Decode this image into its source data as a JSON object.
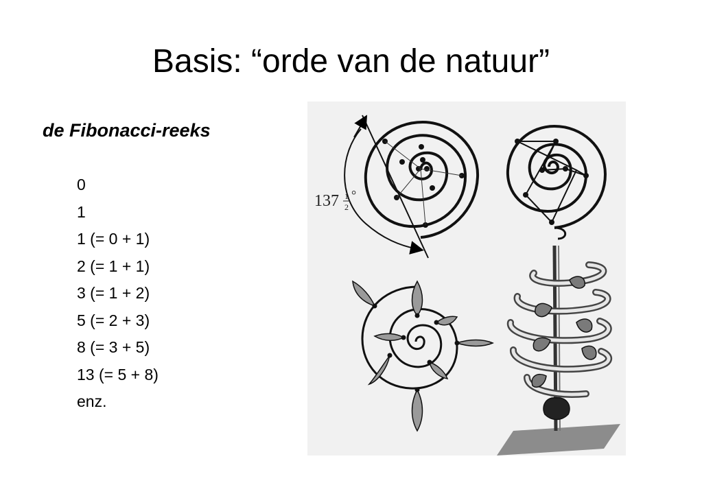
{
  "slide": {
    "title": "Basis: “orde van de natuur”",
    "subtitle": "de Fibonacci-reeks",
    "sequence": [
      "0",
      "1",
      "1 (= 0 + 1)",
      "2 (= 1 + 1)",
      "3 (= 1 + 2)",
      "5 (= 2 + 3)",
      "8 (= 3 + 5)",
      "13 (= 5 + 8)",
      "enz."
    ]
  },
  "figure": {
    "angle_label": "137",
    "angle_fraction_num": "1",
    "angle_fraction_den": "2",
    "angle_degree": "°"
  }
}
